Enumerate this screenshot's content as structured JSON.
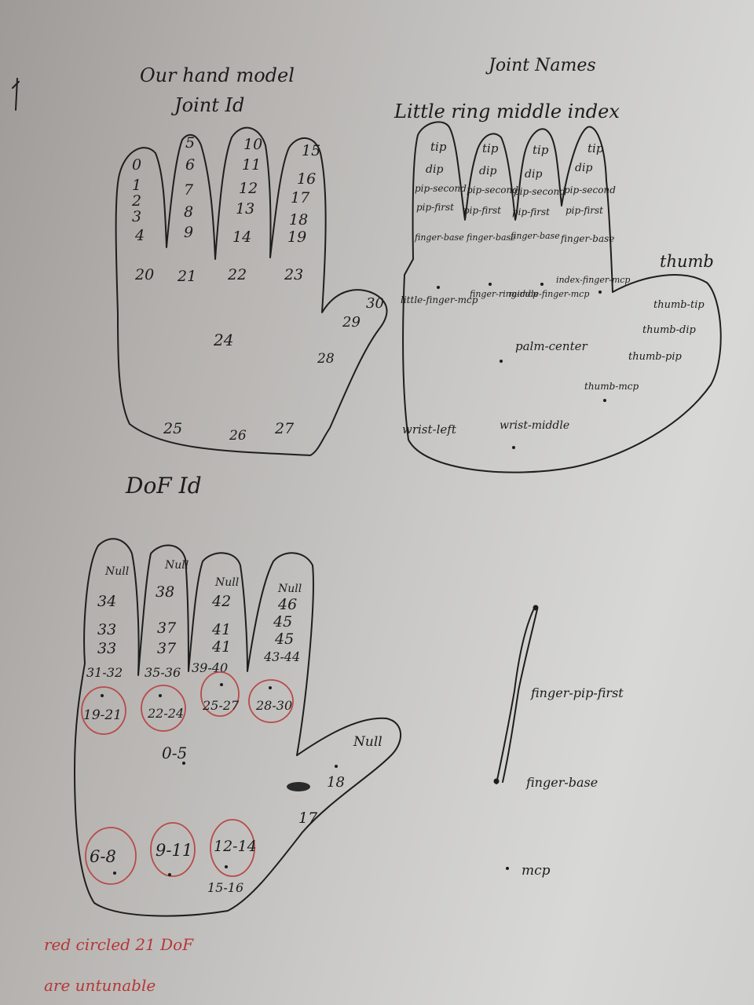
{
  "joint_id_hand": {
    "title_line1": "Our hand model",
    "title_line2": "Joint Id",
    "little_finger": [
      "0",
      "1",
      "2",
      "3",
      "4"
    ],
    "ring_finger": [
      "5",
      "6",
      "7",
      "8",
      "9"
    ],
    "middle_finger": [
      "10",
      "11",
      "12",
      "13",
      "14"
    ],
    "index_finger": [
      "15",
      "16",
      "17",
      "18",
      "19"
    ],
    "mcp_row": [
      "20",
      "21",
      "22",
      "23"
    ],
    "palm_center": "24",
    "wrist": [
      "25",
      "26",
      "27"
    ],
    "thumb": [
      "28",
      "29",
      "30"
    ]
  },
  "joint_names_hand": {
    "title": "Joint Names",
    "finger_header": "Little ring middle index",
    "thumb_header": "thumb",
    "finger_joints": [
      "tip",
      "dip",
      "pip-second",
      "pip-first",
      "finger-base"
    ],
    "mcp_labels": [
      "little-finger-mcp",
      "finger-ring-mcp",
      "middle-finger-mcp",
      "index-finger-mcp"
    ],
    "palm_center": "palm-center",
    "thumb_joints": [
      "thumb-tip",
      "thumb-dip",
      "thumb-pip",
      "thumb-mcp"
    ],
    "wrist_left": "wrist-left",
    "wrist_middle": "wrist-middle"
  },
  "dof_hand": {
    "title": "DoF Id",
    "little_finger": [
      "Null",
      "34",
      "33",
      "33",
      "31-32"
    ],
    "ring_finger": [
      "Null",
      "38",
      "37",
      "37",
      "35-36"
    ],
    "middle_finger": [
      "Null",
      "42",
      "41",
      "41",
      "39-40"
    ],
    "index_finger": [
      "Null",
      "46",
      "45",
      "45",
      "43-44"
    ],
    "mcp_row": [
      "19-21",
      "22-24",
      "25-27",
      "28-30"
    ],
    "palm_center": "0-5",
    "thumb": [
      "Null",
      "18",
      "17"
    ],
    "wrist": [
      "6-8",
      "9-11",
      "12-14"
    ],
    "wrist_extra": "15-16"
  },
  "side_sketch": {
    "upper_label": "finger-pip-first",
    "lower_label": "finger-base",
    "bottom_label": "mcp"
  },
  "note": {
    "line1": "red circled 21 DoF",
    "line2": "are untunable"
  }
}
